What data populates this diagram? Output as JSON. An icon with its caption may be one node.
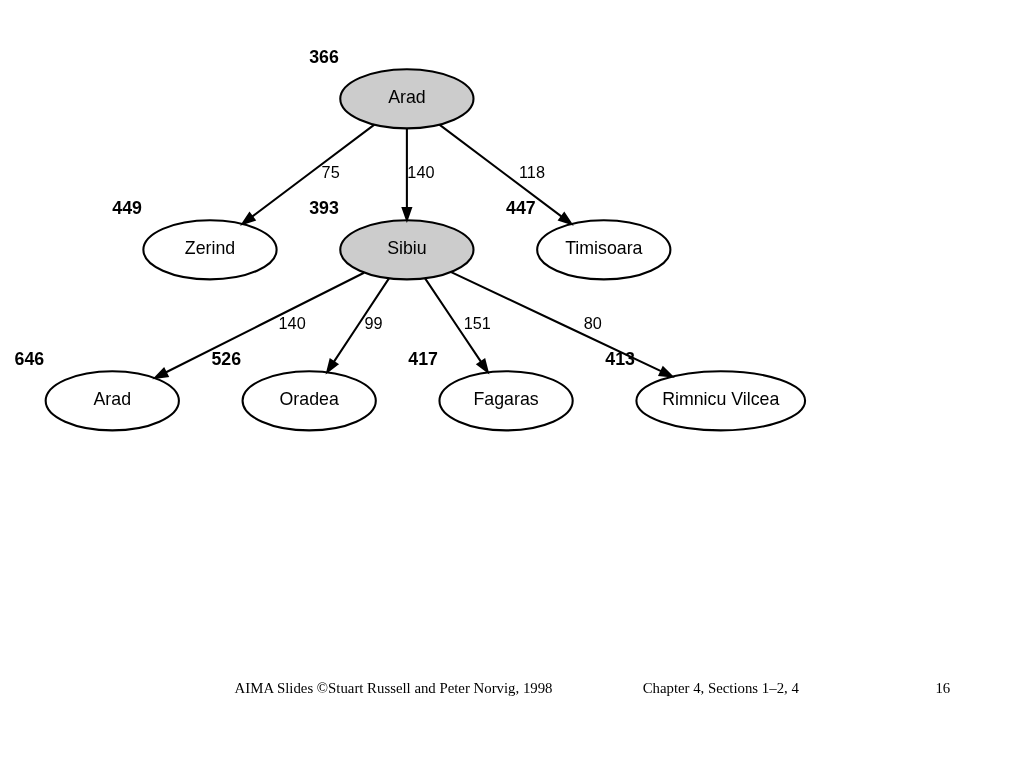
{
  "diagram": {
    "nodes": [
      {
        "text": [
          "Arad"
        ],
        "beside": [
          "366"
        ]
      },
      {
        "text": [
          "Zerind"
        ],
        "beside": [
          "449"
        ]
      },
      {
        "text": [
          "Sibiu"
        ],
        "beside": [
          "393"
        ]
      },
      {
        "text": [
          "Timisoara"
        ],
        "beside": [
          "447"
        ]
      },
      {
        "text": [
          "Arad"
        ],
        "beside": [
          "646"
        ]
      },
      {
        "text": [
          "Oradea"
        ],
        "beside": [
          "526"
        ]
      },
      {
        "text": [
          "Fagaras"
        ],
        "beside": [
          "417"
        ]
      },
      {
        "text": [
          "Rimnicu Vilcea"
        ],
        "beside": [
          "413"
        ]
      }
    ],
    "edges": [
      {
        "from": 0,
        "to": 1,
        "arrow": "to",
        "label": "75"
      },
      {
        "from": 0,
        "to": 2,
        "arrow": "to",
        "label": "140"
      },
      {
        "from": 0,
        "to": 3,
        "arrow": "to",
        "label": "118"
      },
      {
        "from": 2,
        "to": 4,
        "arrow": "to",
        "label": "140"
      },
      {
        "from": 2,
        "to": 5,
        "arrow": "to",
        "label": "99"
      },
      {
        "from": 2,
        "to": 6,
        "arrow": "to",
        "label": "151"
      },
      {
        "from": 2,
        "to": 7,
        "arrow": "to",
        "label": "80"
      }
    ],
    "labels": [
      "AIMA Slides ©Stuart Russell and Peter Norvig, 1998",
      "Chapter 4, Sections 1–2, 4",
      "16"
    ]
  }
}
